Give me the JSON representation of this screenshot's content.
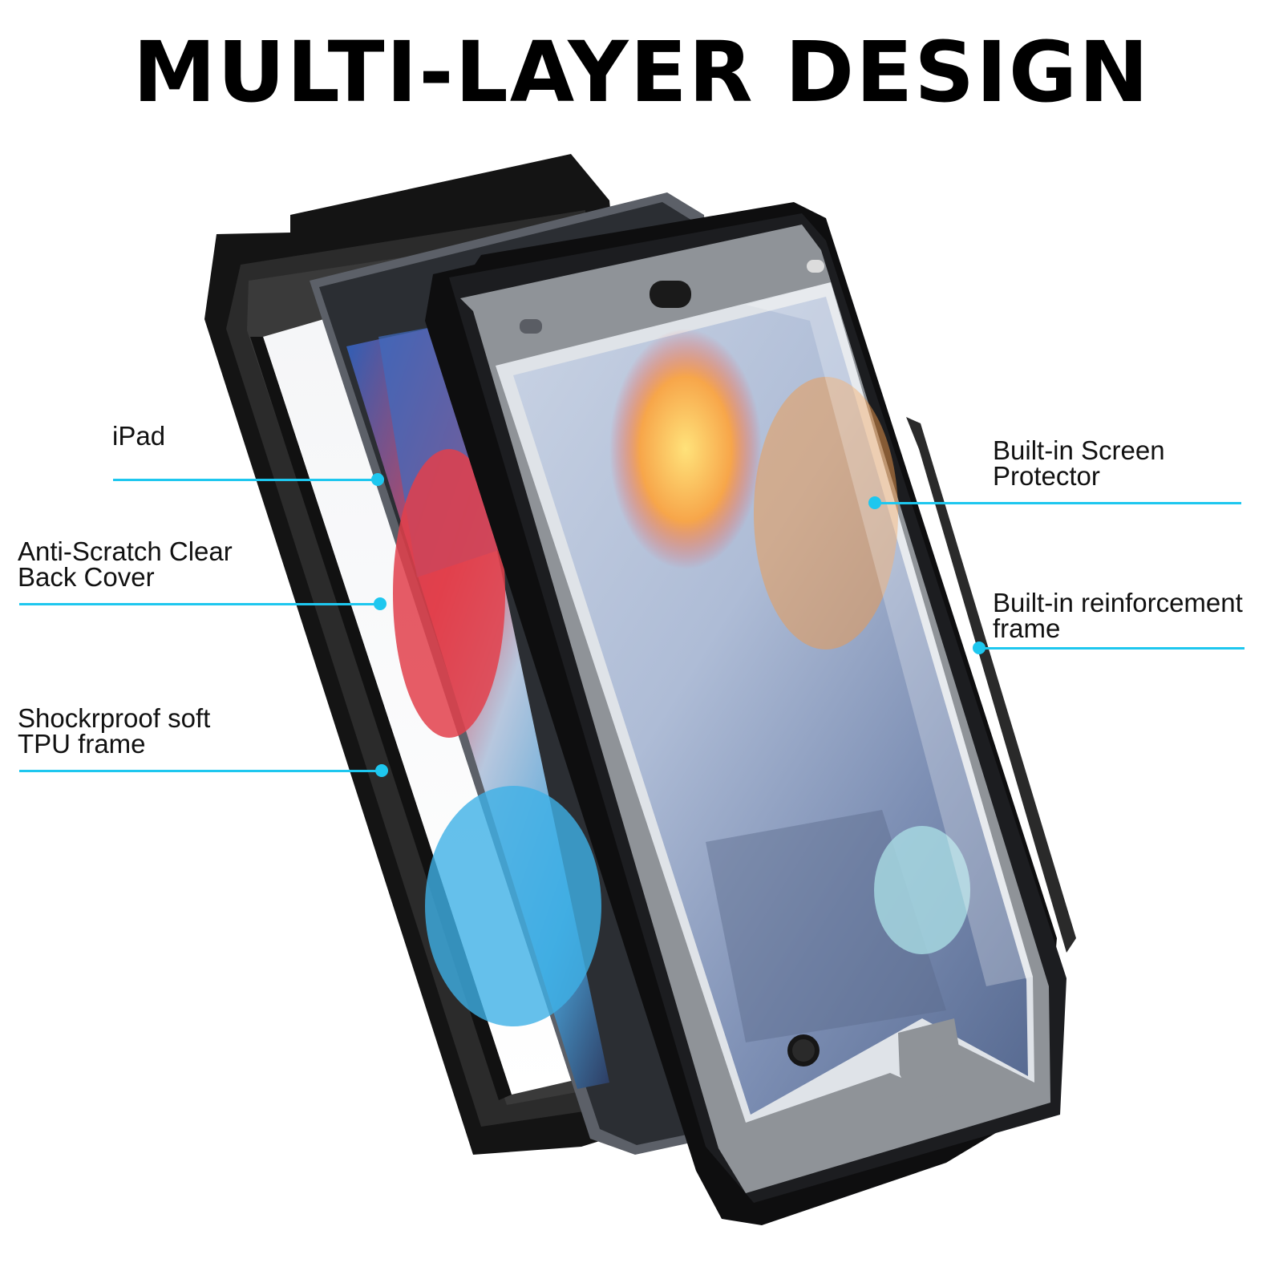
{
  "title": "MULTI-LAYER DESIGN",
  "callouts": {
    "ipad": "iPad",
    "back_cover": "Anti-Scratch Clear\nBack Cover",
    "tpu_frame": "Shockrproof soft\nTPU frame",
    "screen_protector": "Built-in Screen\nProtector",
    "reinforcement_frame": "Built-in reinforcement\nframe"
  },
  "icons": {
    "product": "exploded-ipad-case-illustration"
  },
  "colors": {
    "accent": "#1ec7ef",
    "case_black": "#111111",
    "frame_gray": "#8f9398",
    "title": "#000000"
  }
}
